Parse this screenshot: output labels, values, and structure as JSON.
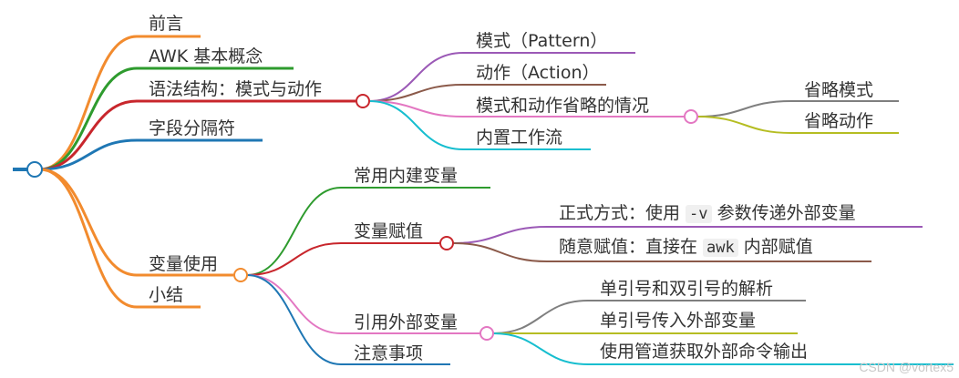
{
  "mindmap": {
    "branches": [
      {
        "id": "qianyan",
        "label": "前言",
        "color": "#f28b2e"
      },
      {
        "id": "gainian",
        "label": "AWK 基本概念",
        "color": "#2e9b2e"
      },
      {
        "id": "yufa",
        "label": "语法结构：模式与动作",
        "color": "#c8262c",
        "children": [
          {
            "id": "moshi",
            "label": "模式（Pattern）",
            "color": "#9b59b6"
          },
          {
            "id": "dongzuo",
            "label": "动作（Action）",
            "color": "#8b5a4a"
          },
          {
            "id": "shenglue",
            "label": "模式和动作省略的情况",
            "color": "#e377c2",
            "children": [
              {
                "id": "slmoshi",
                "label": "省略模式",
                "color": "#7f7f7f"
              },
              {
                "id": "sldongzuo",
                "label": "省略动作",
                "color": "#b5bd22"
              }
            ]
          },
          {
            "id": "neizhi",
            "label": "内置工作流",
            "color": "#17becf"
          }
        ]
      },
      {
        "id": "fenge",
        "label": "字段分隔符",
        "color": "#1f77b4"
      },
      {
        "id": "bianliang",
        "label": "变量使用",
        "color": "#f28b2e",
        "children": [
          {
            "id": "changyong",
            "label": "常用内建变量",
            "color": "#2e9b2e"
          },
          {
            "id": "fuzhi",
            "label": "变量赋值",
            "color": "#c8262c",
            "children": [
              {
                "id": "zhengshi",
                "label_parts": [
                  "正式方式：使用 ",
                  "-v",
                  " 参数传递外部变量"
                ],
                "color": "#9b59b6"
              },
              {
                "id": "suiyi",
                "label_parts": [
                  "随意赋值：直接在 ",
                  "awk",
                  " 内部赋值"
                ],
                "color": "#8b5a4a"
              }
            ]
          },
          {
            "id": "yinyong",
            "label": "引用外部变量",
            "color": "#e377c2",
            "children": [
              {
                "id": "jiexi",
                "label": "单引号和双引号的解析",
                "color": "#7f7f7f"
              },
              {
                "id": "chuanru",
                "label": "单引号传入外部变量",
                "color": "#b5bd22"
              },
              {
                "id": "guandao",
                "label": "使用管道获取外部命令输出",
                "color": "#17becf"
              }
            ]
          },
          {
            "id": "zhuyi",
            "label": "注意事项",
            "color": "#1f77b4"
          }
        ]
      },
      {
        "id": "xiaojie",
        "label": "小结",
        "color": "#f28b2e"
      }
    ]
  },
  "watermark": "CSDN @vortex5"
}
